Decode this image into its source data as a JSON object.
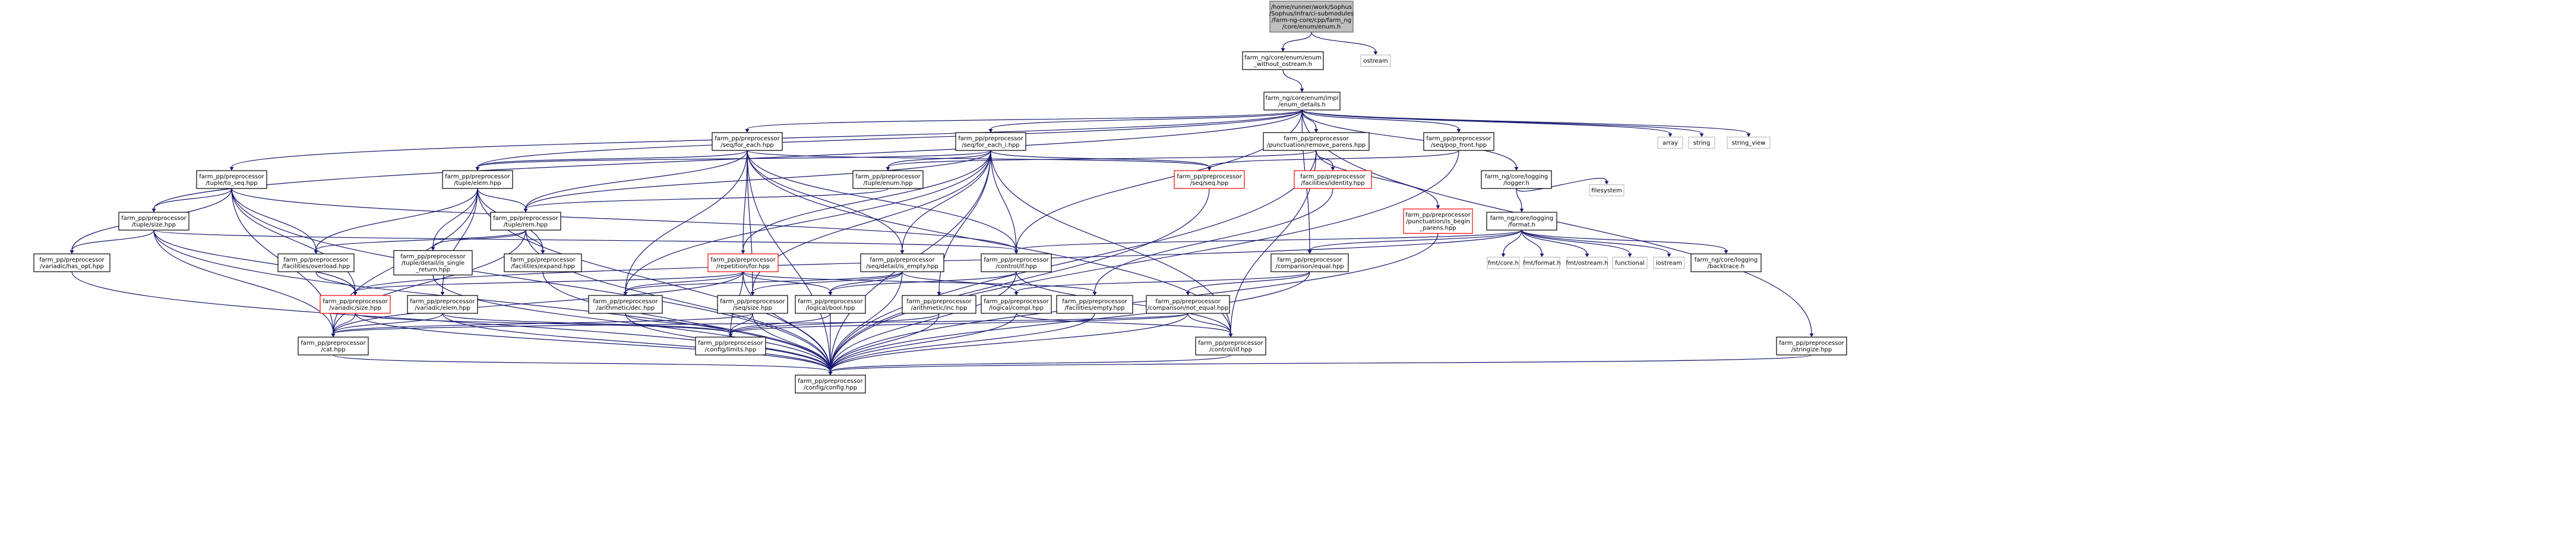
{
  "diagram": {
    "title": "",
    "colors": {
      "edge": "#191970",
      "node_border": "#000000",
      "root_fill": "#bfbfbf",
      "broken_border": "#ff0000",
      "external_border": "#bfbfbf"
    },
    "nodes": [
      {
        "id": "root",
        "style": "root",
        "label": [
          "/home/runner/work/Sophus",
          "/Sophus/infra/ci-submodules",
          "/farm-ng-core/cpp/farm_ng",
          "/core/enum/enum.h"
        ]
      },
      {
        "id": "enum_without_ostream",
        "style": "normal",
        "label": [
          "farm_ng/core/enum/enum",
          "_without_ostream.h"
        ]
      },
      {
        "id": "ostream",
        "style": "external",
        "label": [
          "ostream"
        ]
      },
      {
        "id": "enum_details",
        "style": "normal",
        "label": [
          "farm_ng/core/enum/impl",
          "/enum_details.h"
        ]
      },
      {
        "id": "seq_for_each",
        "style": "normal",
        "label": [
          "farm_pp/preprocessor",
          "/seq/for_each.hpp"
        ]
      },
      {
        "id": "seq_for_each_i",
        "style": "normal",
        "label": [
          "farm_pp/preprocessor",
          "/seq/for_each_i.hpp"
        ]
      },
      {
        "id": "remove_parens",
        "style": "normal",
        "label": [
          "farm_pp/preprocessor",
          "/punctuation/remove_parens.hpp"
        ]
      },
      {
        "id": "seq_pop_front",
        "style": "normal",
        "label": [
          "farm_pp/preprocessor",
          "/seq/pop_front.hpp"
        ]
      },
      {
        "id": "array",
        "style": "external",
        "label": [
          "array"
        ]
      },
      {
        "id": "string",
        "style": "external",
        "label": [
          "string"
        ]
      },
      {
        "id": "string_view",
        "style": "external",
        "label": [
          "string_view"
        ]
      },
      {
        "id": "tuple_to_seq",
        "style": "normal",
        "label": [
          "farm_pp/preprocessor",
          "/tuple/to_seq.hpp"
        ]
      },
      {
        "id": "tuple_elem",
        "style": "normal",
        "label": [
          "farm_pp/preprocessor",
          "/tuple/elem.hpp"
        ]
      },
      {
        "id": "tuple_enum",
        "style": "normal",
        "label": [
          "farm_pp/preprocessor",
          "/tuple/enum.hpp"
        ]
      },
      {
        "id": "seq_seq",
        "style": "broken",
        "label": [
          "farm_pp/preprocessor",
          "/seq/seq.hpp"
        ]
      },
      {
        "id": "facilities_identity",
        "style": "broken",
        "label": [
          "farm_pp/preprocessor",
          "/facilities/identity.hpp"
        ]
      },
      {
        "id": "logger",
        "style": "normal",
        "label": [
          "farm_ng/core/logging",
          "/logger.h"
        ]
      },
      {
        "id": "tuple_size",
        "style": "normal",
        "label": [
          "farm_pp/preprocessor",
          "/tuple/size.hpp"
        ]
      },
      {
        "id": "tuple_rem",
        "style": "normal",
        "label": [
          "farm_pp/preprocessor",
          "/tuple/rem.hpp"
        ]
      },
      {
        "id": "is_begin_parens",
        "style": "broken",
        "label": [
          "farm_pp/preprocessor",
          "/punctuation/is_begin",
          "_parens.hpp"
        ]
      },
      {
        "id": "filesystem",
        "style": "external",
        "label": [
          "filesystem"
        ]
      },
      {
        "id": "logging_format",
        "style": "normal",
        "label": [
          "farm_ng/core/logging",
          "/format.h"
        ]
      },
      {
        "id": "has_opt",
        "style": "normal",
        "label": [
          "farm_pp/preprocessor",
          "/variadic/has_opt.hpp"
        ]
      },
      {
        "id": "overload",
        "style": "normal",
        "label": [
          "farm_pp/preprocessor",
          "/facilities/overload.hpp"
        ]
      },
      {
        "id": "is_single_return",
        "style": "normal",
        "label": [
          "farm_pp/preprocessor",
          "/tuple/detail/is_single",
          "_return.hpp"
        ]
      },
      {
        "id": "expand",
        "style": "normal",
        "label": [
          "farm_pp/preprocessor",
          "/facilities/expand.hpp"
        ]
      },
      {
        "id": "repetition_for",
        "style": "broken",
        "label": [
          "farm_pp/preprocessor",
          "/repetition/for.hpp"
        ]
      },
      {
        "id": "seq_is_empty",
        "style": "normal",
        "label": [
          "farm_pp/preprocessor",
          "/seq/detail/is_empty.hpp"
        ]
      },
      {
        "id": "control_if",
        "style": "normal",
        "label": [
          "farm_pp/preprocessor",
          "/control/if.hpp"
        ]
      },
      {
        "id": "comparison_equal",
        "style": "normal",
        "label": [
          "farm_pp/preprocessor",
          "/comparison/equal.hpp"
        ]
      },
      {
        "id": "fmt_core",
        "style": "external",
        "label": [
          "fmt/core.h"
        ]
      },
      {
        "id": "fmt_format",
        "style": "external",
        "label": [
          "fmt/format.h"
        ]
      },
      {
        "id": "fmt_ostream",
        "style": "external",
        "label": [
          "fmt/ostream.h"
        ]
      },
      {
        "id": "functional",
        "style": "external",
        "label": [
          "functional"
        ]
      },
      {
        "id": "iostream",
        "style": "external",
        "label": [
          "iostream"
        ]
      },
      {
        "id": "backtrace",
        "style": "normal",
        "label": [
          "farm_ng/core/logging",
          "/backtrace.h"
        ]
      },
      {
        "id": "variadic_size",
        "style": "broken",
        "label": [
          "farm_pp/preprocessor",
          "/variadic/size.hpp"
        ]
      },
      {
        "id": "variadic_elem",
        "style": "normal",
        "label": [
          "farm_pp/preprocessor",
          "/variadic/elem.hpp"
        ]
      },
      {
        "id": "arithmetic_dec",
        "style": "normal",
        "label": [
          "farm_pp/preprocessor",
          "/arithmetic/dec.hpp"
        ]
      },
      {
        "id": "seq_size",
        "style": "normal",
        "label": [
          "farm_pp/preprocessor",
          "/seq/size.hpp"
        ]
      },
      {
        "id": "logical_bool",
        "style": "normal",
        "label": [
          "farm_pp/preprocessor",
          "/logical/bool.hpp"
        ]
      },
      {
        "id": "arithmetic_inc",
        "style": "normal",
        "label": [
          "farm_pp/preprocessor",
          "/arithmetic/inc.hpp"
        ]
      },
      {
        "id": "logical_compl",
        "style": "normal",
        "label": [
          "farm_pp/preprocessor",
          "/logical/compl.hpp"
        ]
      },
      {
        "id": "facilities_empty",
        "style": "normal",
        "label": [
          "farm_pp/preprocessor",
          "/facilities/empty.hpp"
        ]
      },
      {
        "id": "not_equal",
        "style": "normal",
        "label": [
          "farm_pp/preprocessor",
          "/comparison/not_equal.hpp"
        ]
      },
      {
        "id": "cat",
        "style": "normal",
        "label": [
          "farm_pp/preprocessor",
          "/cat.hpp"
        ]
      },
      {
        "id": "config_limits",
        "style": "normal",
        "label": [
          "farm_pp/preprocessor",
          "/config/limits.hpp"
        ]
      },
      {
        "id": "control_iif",
        "style": "normal",
        "label": [
          "farm_pp/preprocessor",
          "/control/iif.hpp"
        ]
      },
      {
        "id": "stringize",
        "style": "normal",
        "label": [
          "farm_pp/preprocessor",
          "/stringize.hpp"
        ]
      },
      {
        "id": "config_config",
        "style": "normal",
        "label": [
          "farm_pp/preprocessor",
          "/config/config.hpp"
        ]
      }
    ],
    "edges": [
      [
        "root",
        "enum_without_ostream"
      ],
      [
        "root",
        "ostream"
      ],
      [
        "enum_without_ostream",
        "enum_details"
      ],
      [
        "enum_details",
        "seq_for_each"
      ],
      [
        "enum_details",
        "seq_for_each_i"
      ],
      [
        "enum_details",
        "remove_parens"
      ],
      [
        "enum_details",
        "seq_pop_front"
      ],
      [
        "enum_details",
        "array"
      ],
      [
        "enum_details",
        "string"
      ],
      [
        "enum_details",
        "string_view"
      ],
      [
        "enum_details",
        "tuple_to_seq"
      ],
      [
        "enum_details",
        "tuple_elem"
      ],
      [
        "enum_details",
        "tuple_size"
      ],
      [
        "enum_details",
        "logger"
      ],
      [
        "enum_details",
        "stringize"
      ],
      [
        "enum_details",
        "control_if"
      ],
      [
        "enum_details",
        "comparison_equal"
      ],
      [
        "seq_for_each",
        "tuple_elem"
      ],
      [
        "seq_for_each",
        "tuple_rem"
      ],
      [
        "seq_for_each",
        "seq_seq"
      ],
      [
        "seq_for_each",
        "repetition_for"
      ],
      [
        "seq_for_each",
        "arithmetic_dec"
      ],
      [
        "seq_for_each",
        "seq_size"
      ],
      [
        "seq_for_each",
        "control_if"
      ],
      [
        "seq_for_each",
        "control_iif"
      ],
      [
        "seq_for_each",
        "seq_is_empty"
      ],
      [
        "seq_for_each",
        "config_config"
      ],
      [
        "seq_for_each_i",
        "tuple_elem"
      ],
      [
        "seq_for_each_i",
        "tuple_rem"
      ],
      [
        "seq_for_each_i",
        "seq_seq"
      ],
      [
        "seq_for_each_i",
        "repetition_for"
      ],
      [
        "seq_for_each_i",
        "arithmetic_dec"
      ],
      [
        "seq_for_each_i",
        "arithmetic_inc"
      ],
      [
        "seq_for_each_i",
        "seq_size"
      ],
      [
        "seq_for_each_i",
        "control_if"
      ],
      [
        "seq_for_each_i",
        "control_iif"
      ],
      [
        "seq_for_each_i",
        "seq_is_empty"
      ],
      [
        "seq_for_each_i",
        "config_config"
      ],
      [
        "seq_for_each_i",
        "tuple_enum"
      ],
      [
        "remove_parens",
        "facilities_identity"
      ],
      [
        "remove_parens",
        "is_begin_parens"
      ],
      [
        "remove_parens",
        "tuple_enum"
      ],
      [
        "remove_parens",
        "control_iif"
      ],
      [
        "remove_parens",
        "config_config"
      ],
      [
        "seq_pop_front",
        "seq_seq"
      ],
      [
        "seq_pop_front",
        "config_config"
      ],
      [
        "tuple_to_seq",
        "tuple_size"
      ],
      [
        "tuple_to_seq",
        "overload"
      ],
      [
        "tuple_to_seq",
        "variadic_size"
      ],
      [
        "tuple_to_seq",
        "cat"
      ],
      [
        "tuple_to_seq",
        "config_config"
      ],
      [
        "tuple_to_seq",
        "has_opt"
      ],
      [
        "tuple_to_seq",
        "control_if"
      ],
      [
        "tuple_elem",
        "tuple_rem"
      ],
      [
        "tuple_elem",
        "overload"
      ],
      [
        "tuple_elem",
        "is_single_return"
      ],
      [
        "tuple_elem",
        "variadic_elem"
      ],
      [
        "tuple_elem",
        "cat"
      ],
      [
        "tuple_elem",
        "config_config"
      ],
      [
        "tuple_elem",
        "expand"
      ],
      [
        "tuple_enum",
        "tuple_rem"
      ],
      [
        "seq_seq",
        "config_config"
      ],
      [
        "facilities_identity",
        "facilities_empty"
      ],
      [
        "logger",
        "logging_format"
      ],
      [
        "logger",
        "filesystem"
      ],
      [
        "tuple_size",
        "has_opt"
      ],
      [
        "tuple_size",
        "variadic_size"
      ],
      [
        "tuple_size",
        "cat"
      ],
      [
        "tuple_size",
        "config_config"
      ],
      [
        "tuple_size",
        "control_if"
      ],
      [
        "tuple_rem",
        "overload"
      ],
      [
        "tuple_rem",
        "is_single_return"
      ],
      [
        "tuple_rem",
        "expand"
      ],
      [
        "tuple_rem",
        "cat"
      ],
      [
        "tuple_rem",
        "config_config"
      ],
      [
        "is_begin_parens",
        "config_config"
      ],
      [
        "logging_format",
        "control_if"
      ],
      [
        "logging_format",
        "comparison_equal"
      ],
      [
        "logging_format",
        "fmt_core"
      ],
      [
        "logging_format",
        "fmt_format"
      ],
      [
        "logging_format",
        "fmt_ostream"
      ],
      [
        "logging_format",
        "functional"
      ],
      [
        "logging_format",
        "iostream"
      ],
      [
        "logging_format",
        "backtrace"
      ],
      [
        "logging_format",
        "variadic_size"
      ],
      [
        "has_opt",
        "config_config"
      ],
      [
        "overload",
        "variadic_size"
      ],
      [
        "is_single_return",
        "config_config"
      ],
      [
        "expand",
        "config_config"
      ],
      [
        "repetition_for",
        "variadic_size"
      ],
      [
        "repetition_for",
        "arithmetic_dec"
      ],
      [
        "repetition_for",
        "logical_bool"
      ],
      [
        "repetition_for",
        "facilities_empty"
      ],
      [
        "repetition_for",
        "config_config"
      ],
      [
        "repetition_for",
        "cat"
      ],
      [
        "repetition_for",
        "config_limits"
      ],
      [
        "seq_is_empty",
        "arithmetic_dec"
      ],
      [
        "seq_is_empty",
        "logical_bool"
      ],
      [
        "seq_is_empty",
        "logical_compl"
      ],
      [
        "seq_is_empty",
        "seq_size"
      ],
      [
        "seq_is_empty",
        "config_config"
      ],
      [
        "control_if",
        "control_iif"
      ],
      [
        "control_if",
        "logical_bool"
      ],
      [
        "control_if",
        "config_config"
      ],
      [
        "comparison_equal",
        "not_equal"
      ],
      [
        "comparison_equal",
        "logical_compl"
      ],
      [
        "comparison_equal",
        "config_config"
      ],
      [
        "variadic_size",
        "cat"
      ],
      [
        "variadic_size",
        "config_config"
      ],
      [
        "variadic_size",
        "config_limits"
      ],
      [
        "variadic_elem",
        "cat"
      ],
      [
        "variadic_elem",
        "config_config"
      ],
      [
        "variadic_elem",
        "config_limits"
      ],
      [
        "arithmetic_dec",
        "config_config"
      ],
      [
        "arithmetic_dec",
        "config_limits"
      ],
      [
        "seq_size",
        "cat"
      ],
      [
        "seq_size",
        "config_config"
      ],
      [
        "seq_size",
        "config_limits"
      ],
      [
        "logical_bool",
        "config_config"
      ],
      [
        "logical_bool",
        "config_limits"
      ],
      [
        "arithmetic_inc",
        "config_config"
      ],
      [
        "arithmetic_inc",
        "config_limits"
      ],
      [
        "logical_compl",
        "config_config"
      ],
      [
        "logical_compl",
        "control_iif"
      ],
      [
        "facilities_empty",
        "config_config"
      ],
      [
        "not_equal",
        "cat"
      ],
      [
        "not_equal",
        "config_config"
      ],
      [
        "not_equal",
        "control_iif"
      ],
      [
        "not_equal",
        "config_limits"
      ],
      [
        "cat",
        "config_config"
      ],
      [
        "control_iif",
        "config_config"
      ],
      [
        "stringize",
        "config_config"
      ]
    ]
  }
}
